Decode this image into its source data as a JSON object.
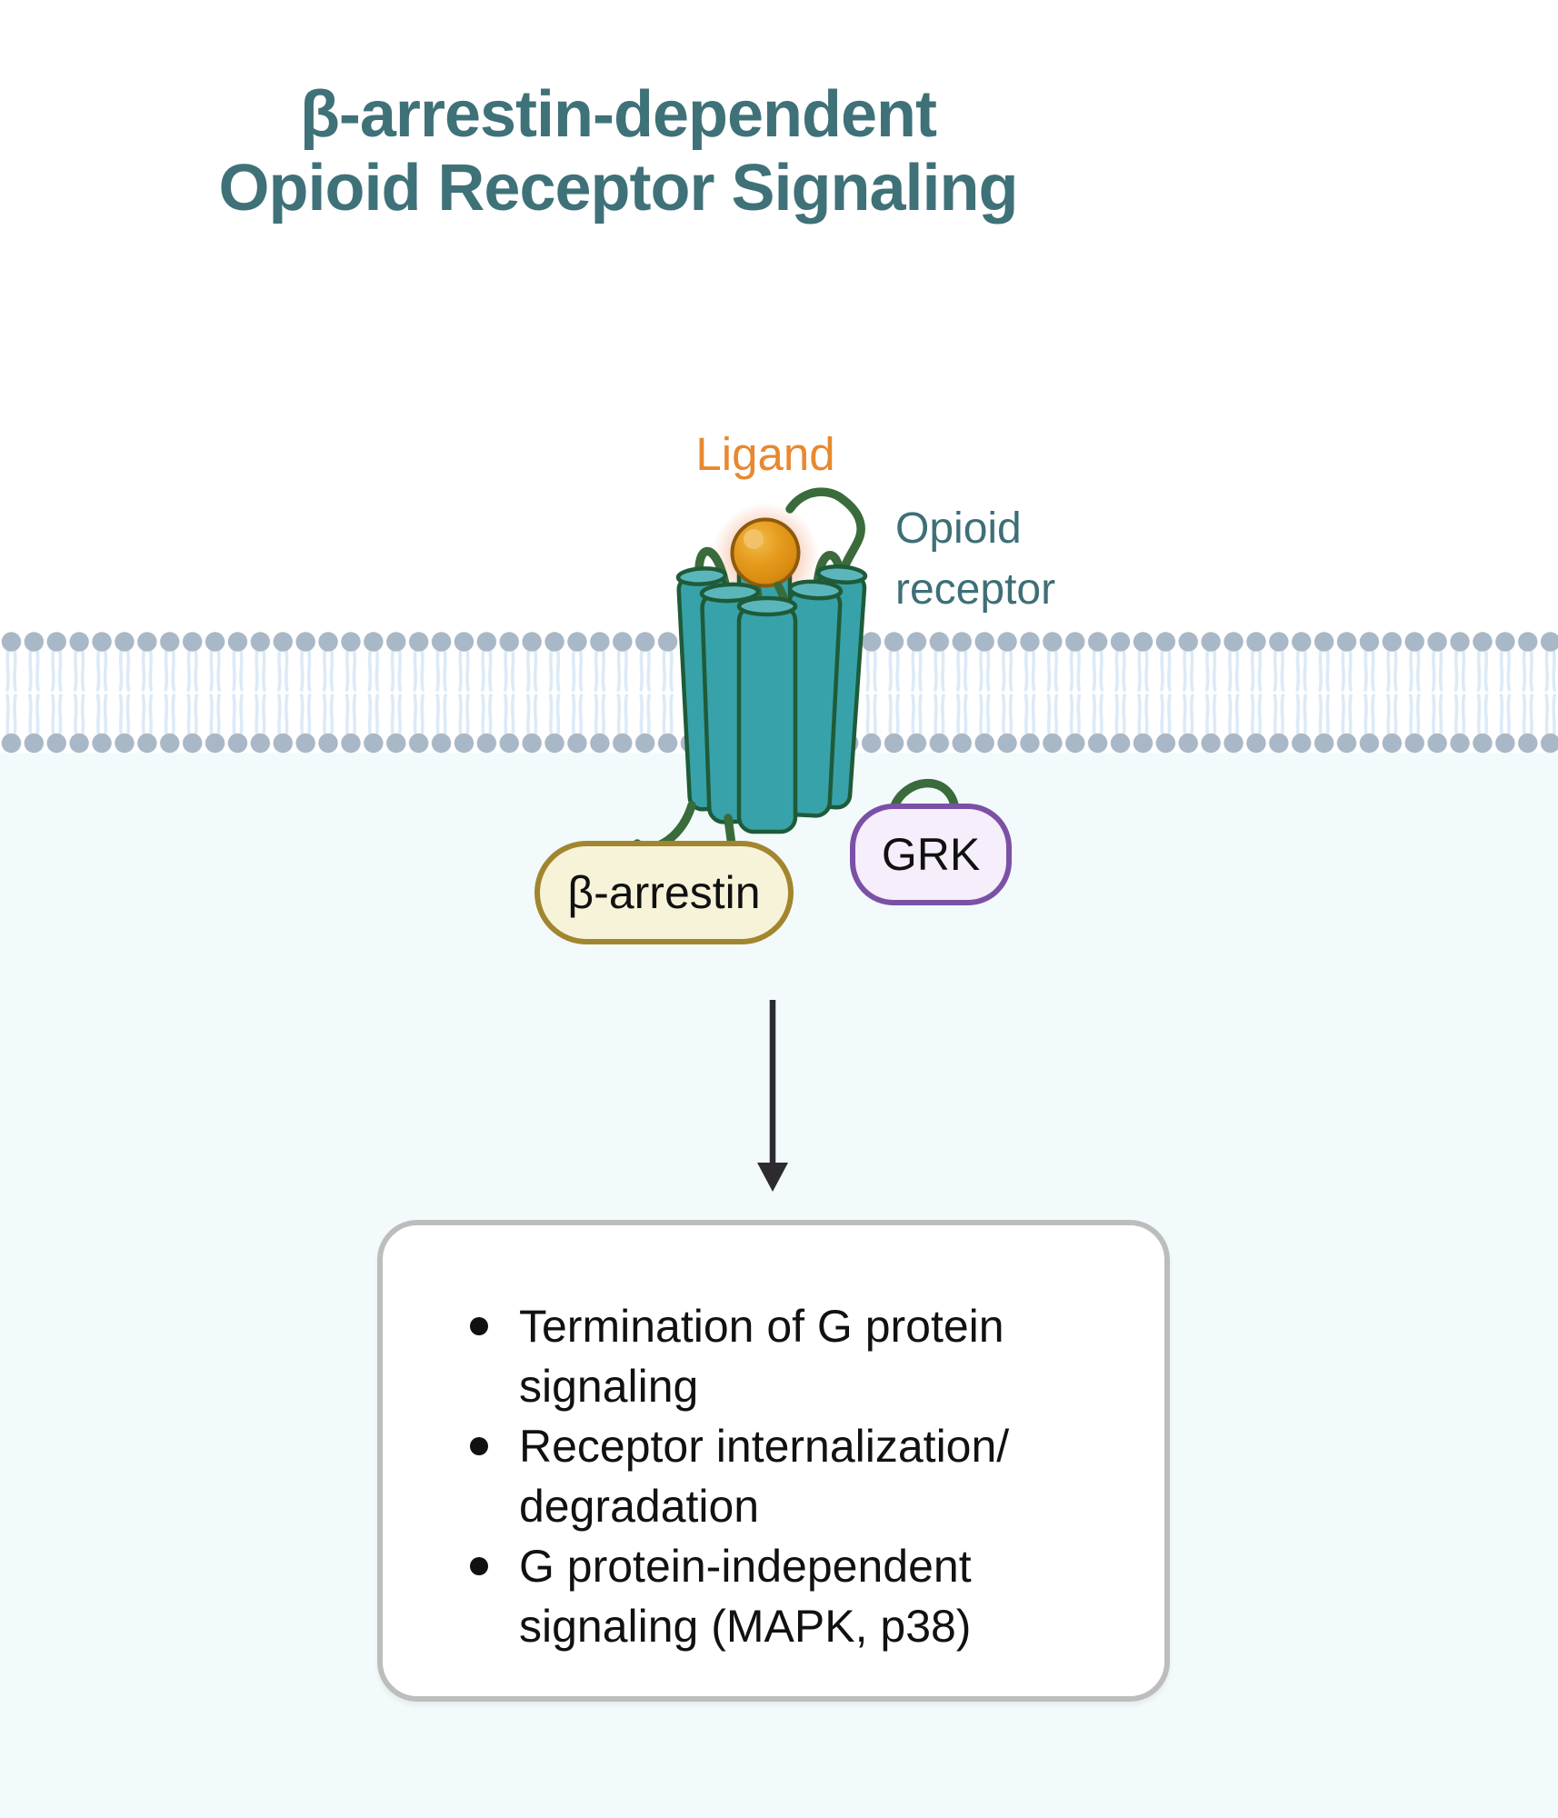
{
  "title": {
    "line1": "β-arrestin-dependent",
    "line2": "Opioid Receptor Signaling"
  },
  "diagram": {
    "ligand_label": "Ligand",
    "receptor_label": "Opioid\nreceptor",
    "beta_arrestin_label": "β-arrestin",
    "grk_label": "GRK"
  },
  "outcomes": {
    "items": [
      {
        "line1": "Termination of G protein",
        "line2": "signaling"
      },
      {
        "line1": "Receptor internalization/",
        "line2": "degradation"
      },
      {
        "line1": "G protein-independent",
        "line2": "signaling (MAPK, p38)"
      }
    ]
  },
  "colors": {
    "title_text": "#3F7178",
    "ligand_text": "#E8882F",
    "receptor_text": "#3E6F76",
    "ligand_ball": "#E59A1C",
    "ligand_glow": "#E95C19",
    "membrane_head": "#A8B8C6",
    "membrane_tail": "#DCEAF7",
    "cylinder_fill": "#37A2A9",
    "cylinder_top_fill": "#5BB6BC",
    "outline_green": "#1F5B38",
    "loop_green": "#3A6B3B",
    "beta_box_fill": "#F7F3D8",
    "beta_box_border": "#A2862F",
    "grk_box_fill": "#F6EEFB",
    "grk_box_border": "#7B51A5",
    "outcome_box_border": "#BDBDBD",
    "arrow": "#2B2B30",
    "background_lower": "#F3FAFC"
  }
}
